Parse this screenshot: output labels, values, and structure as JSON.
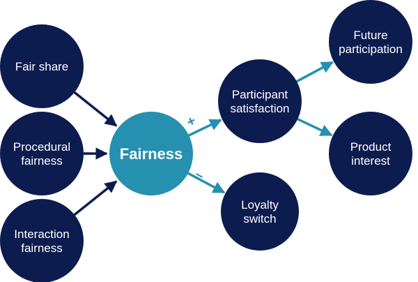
{
  "colors": {
    "node_dark": "#0c1c4f",
    "node_accent": "#2690b0",
    "edge_dark": "#0c1c4f",
    "edge_accent": "#2690b0",
    "text": "#ffffff"
  },
  "nodes": [
    {
      "id": "fair-share",
      "lines": [
        "Fair share"
      ],
      "style": "dark"
    },
    {
      "id": "procedural-fairness",
      "lines": [
        "Procedural",
        "fairness"
      ],
      "style": "dark"
    },
    {
      "id": "interaction-fairness",
      "lines": [
        "Interaction",
        "fairness"
      ],
      "style": "dark"
    },
    {
      "id": "fairness",
      "lines": [
        "Fairness"
      ],
      "style": "accent"
    },
    {
      "id": "participant-satisfaction",
      "lines": [
        "Participant",
        "satisfaction"
      ],
      "style": "dark"
    },
    {
      "id": "loyalty-switch",
      "lines": [
        "Loyalty",
        "switch"
      ],
      "style": "dark"
    },
    {
      "id": "future-participation",
      "lines": [
        "Future",
        "participation"
      ],
      "style": "dark"
    },
    {
      "id": "product-interest",
      "lines": [
        "Product",
        "interest"
      ],
      "style": "dark"
    }
  ],
  "edges": [
    {
      "from": "fair-share",
      "to": "fairness",
      "sign": "",
      "style": "dark"
    },
    {
      "from": "procedural-fairness",
      "to": "fairness",
      "sign": "",
      "style": "dark"
    },
    {
      "from": "interaction-fairness",
      "to": "fairness",
      "sign": "",
      "style": "dark"
    },
    {
      "from": "fairness",
      "to": "participant-satisfaction",
      "sign": "+",
      "style": "accent"
    },
    {
      "from": "fairness",
      "to": "loyalty-switch",
      "sign": "–",
      "style": "accent"
    },
    {
      "from": "participant-satisfaction",
      "to": "future-participation",
      "sign": "",
      "style": "accent"
    },
    {
      "from": "participant-satisfaction",
      "to": "product-interest",
      "sign": "",
      "style": "accent"
    }
  ]
}
